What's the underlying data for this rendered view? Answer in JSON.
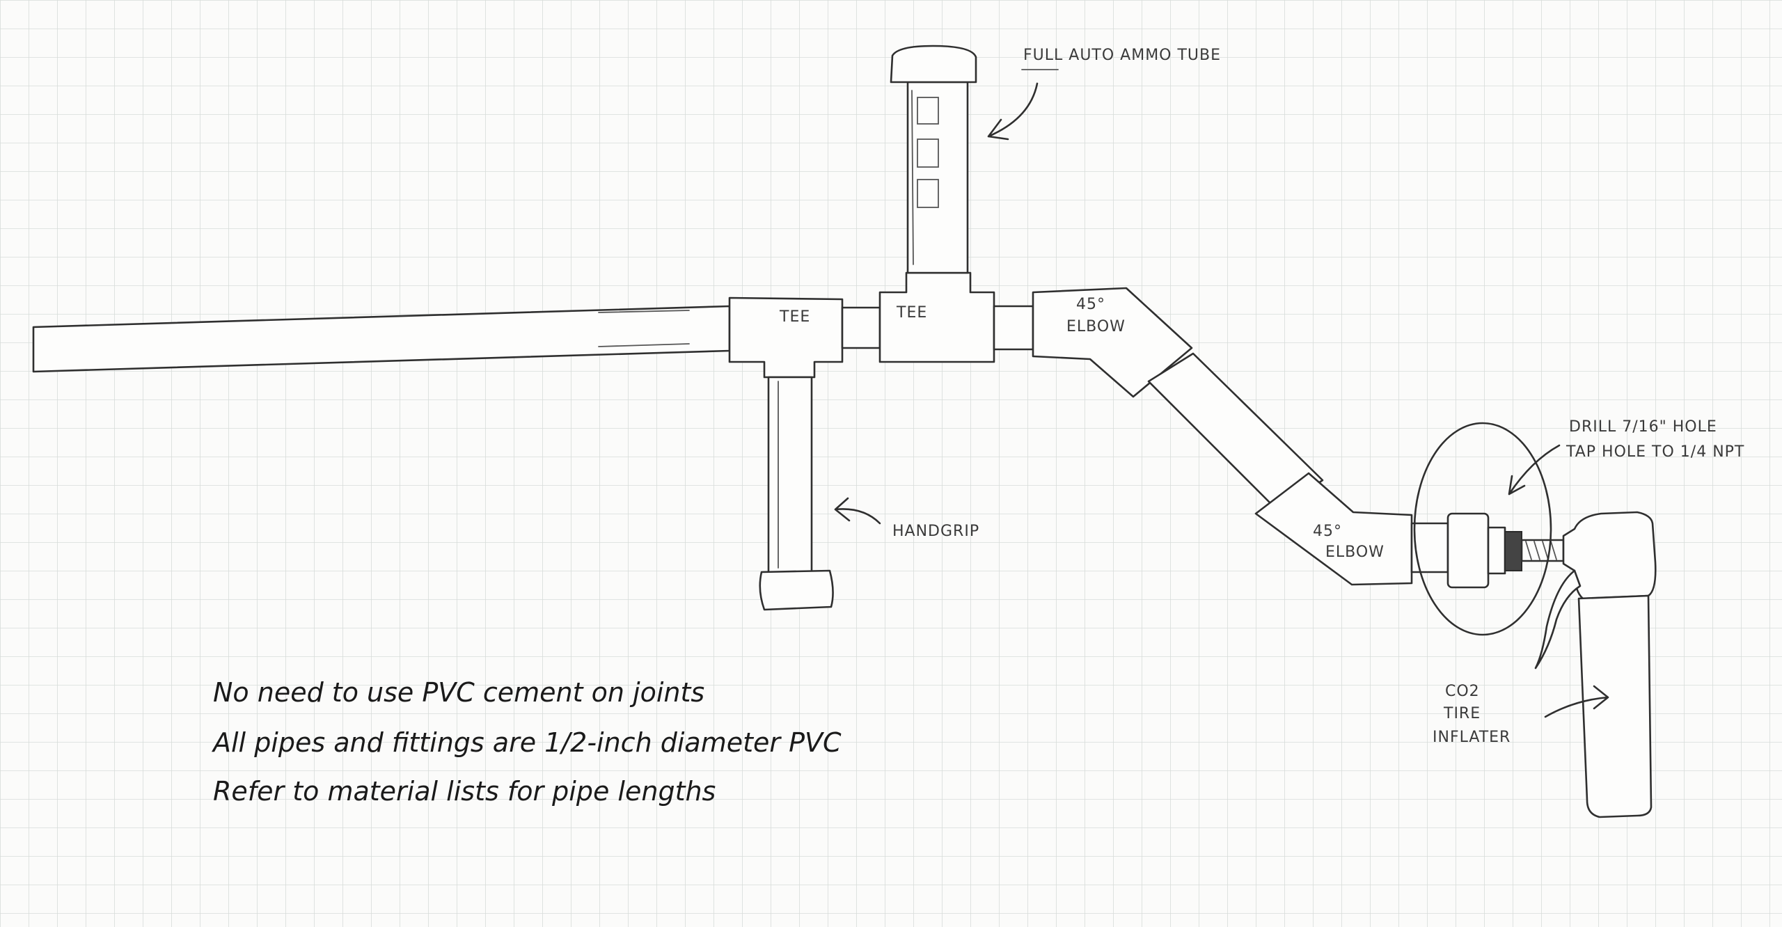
{
  "labels": {
    "ammo_tube": "FULL AUTO AMMO TUBE",
    "tee_left": "TEE",
    "tee_right": "TEE",
    "elbow_upper_line1": "45°",
    "elbow_upper_line2": "ELBOW",
    "elbow_lower_line1": "45°",
    "elbow_lower_line2": "ELBOW",
    "handgrip": "HANDGRIP",
    "drill_line1": "DRILL 7/16\" HOLE",
    "drill_line2": "TAP HOLE TO 1/4 NPT",
    "inflater_line1": "CO2",
    "inflater_line2": "TIRE",
    "inflater_line3": "INFLATER"
  },
  "notes": [
    "No need to use PVC cement on joints",
    "All pipes and fittings are 1/2-inch diameter PVC",
    "Refer to material lists for pipe lengths"
  ],
  "colors": {
    "paper": "#fbfbfa",
    "grid": "#d7dcd9",
    "ink": "#2f2f2f"
  }
}
